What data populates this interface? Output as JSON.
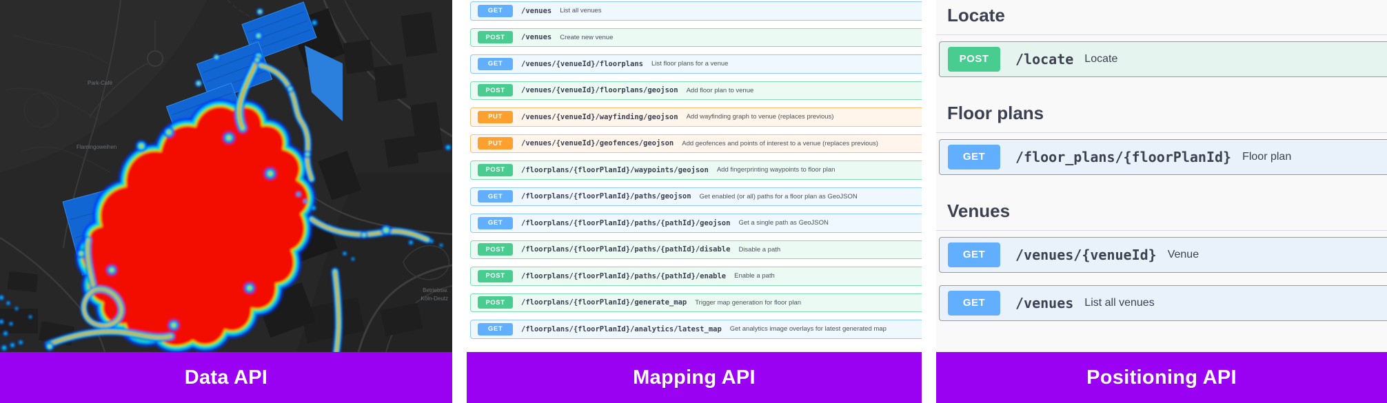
{
  "colors": {
    "banner_purple": "#9a00f2",
    "get_blue": "#61affe",
    "post_green": "#49cc90",
    "put_orange": "#fca130",
    "heading_text": "#3b4151"
  },
  "data_api": {
    "banner": "Data API",
    "map_labels": [
      "Park-Café",
      "Flamingoweihen",
      "Betriebsw.",
      "Köln-Deutz"
    ]
  },
  "mapping_api": {
    "banner": "Mapping API",
    "endpoints": [
      {
        "method": "GET",
        "path": "/venues",
        "desc": "List all venues"
      },
      {
        "method": "POST",
        "path": "/venues",
        "desc": "Create new venue"
      },
      {
        "method": "GET",
        "path": "/venues/{venueId}/floorplans",
        "desc": "List floor plans for a venue"
      },
      {
        "method": "POST",
        "path": "/venues/{venueId}/floorplans/geojson",
        "desc": "Add floor plan to venue"
      },
      {
        "method": "PUT",
        "path": "/venues/{venueId}/wayfinding/geojson",
        "desc": "Add wayfinding graph to venue (replaces previous)"
      },
      {
        "method": "PUT",
        "path": "/venues/{venueId}/geofences/geojson",
        "desc": "Add geofences and points of interest to a venue (replaces previous)"
      },
      {
        "method": "POST",
        "path": "/floorplans/{floorPlanId}/waypoints/geojson",
        "desc": "Add fingerprinting waypoints to floor plan"
      },
      {
        "method": "GET",
        "path": "/floorplans/{floorPlanId}/paths/geojson",
        "desc": "Get enabled (or all) paths for a floor plan as GeoJSON"
      },
      {
        "method": "GET",
        "path": "/floorplans/{floorPlanId}/paths/{pathId}/geojson",
        "desc": "Get a single path as GeoJSON"
      },
      {
        "method": "POST",
        "path": "/floorplans/{floorPlanId}/paths/{pathId}/disable",
        "desc": "Disable a path"
      },
      {
        "method": "POST",
        "path": "/floorplans/{floorPlanId}/paths/{pathId}/enable",
        "desc": "Enable a path"
      },
      {
        "method": "POST",
        "path": "/floorplans/{floorPlanId}/generate_map",
        "desc": "Trigger map generation for floor plan"
      },
      {
        "method": "GET",
        "path": "/floorplans/{floorPlanId}/analytics/latest_map",
        "desc": "Get analytics image overlays for latest generated map"
      }
    ]
  },
  "positioning_api": {
    "banner": "Positioning API",
    "sections": [
      {
        "title": "Locate",
        "endpoints": [
          {
            "method": "POST",
            "path": "/locate",
            "desc": "Locate"
          }
        ]
      },
      {
        "title": "Floor plans",
        "endpoints": [
          {
            "method": "GET",
            "path": "/floor_plans/{floorPlanId}",
            "desc": "Floor plan"
          }
        ]
      },
      {
        "title": "Venues",
        "endpoints": [
          {
            "method": "GET",
            "path": "/venues/{venueId}",
            "desc": "Venue"
          },
          {
            "method": "GET",
            "path": "/venues",
            "desc": "List all venues"
          }
        ]
      }
    ]
  }
}
